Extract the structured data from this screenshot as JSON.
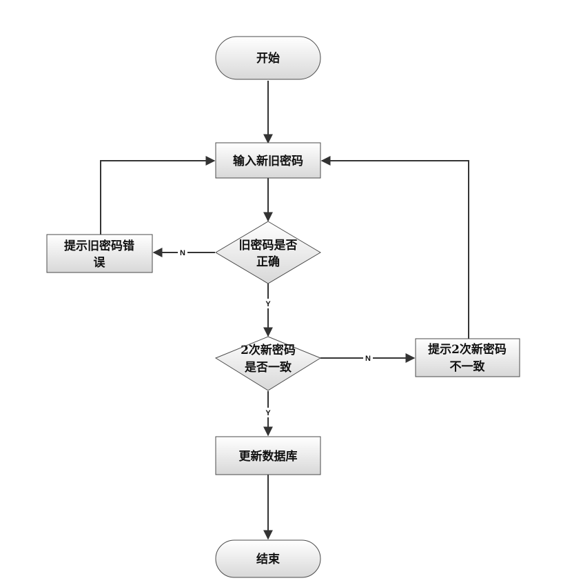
{
  "nodes": {
    "start": {
      "shape": "terminator",
      "lines": [
        "开始"
      ]
    },
    "input": {
      "shape": "process",
      "lines": [
        "输入新旧密码"
      ]
    },
    "check_old": {
      "shape": "decision",
      "lines": [
        "旧密码是否",
        "正确"
      ]
    },
    "old_error": {
      "shape": "process",
      "lines": [
        "提示旧密码错",
        "误"
      ]
    },
    "check_new": {
      "shape": "decision",
      "lines": [
        "2次新密码",
        "是否一致"
      ]
    },
    "new_mismatch": {
      "shape": "process",
      "lines": [
        "提示2次新密码",
        "不一致"
      ]
    },
    "update_db": {
      "shape": "process",
      "lines": [
        "更新数据库"
      ]
    },
    "end": {
      "shape": "terminator",
      "lines": [
        "结束"
      ]
    }
  },
  "edges": [
    {
      "from": "start",
      "to": "input",
      "label": ""
    },
    {
      "from": "input",
      "to": "check_old",
      "label": ""
    },
    {
      "from": "check_old",
      "to": "old_error",
      "label": "N"
    },
    {
      "from": "old_error",
      "to": "input",
      "label": ""
    },
    {
      "from": "check_old",
      "to": "check_new",
      "label": "Y"
    },
    {
      "from": "check_new",
      "to": "new_mismatch",
      "label": "N"
    },
    {
      "from": "new_mismatch",
      "to": "input",
      "label": ""
    },
    {
      "from": "check_new",
      "to": "update_db",
      "label": "Y"
    },
    {
      "from": "update_db",
      "to": "end",
      "label": ""
    }
  ],
  "colors": {
    "fill_top": "#ffffff",
    "fill_bottom": "#d8d8d8",
    "stroke": "#4a4a4a",
    "line": "#333333"
  }
}
